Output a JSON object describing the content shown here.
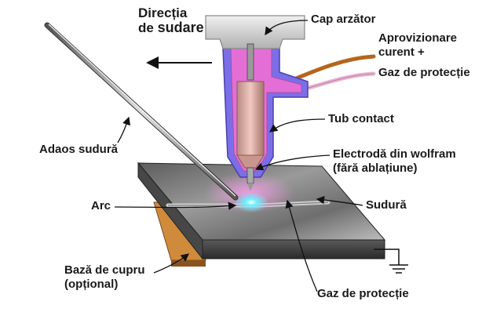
{
  "labels": {
    "welding_direction": {
      "line1": "Direcția",
      "line2_prefix": "de ",
      "line2_strong": "sudare"
    },
    "nozzle_cap": "Cap arzător",
    "current_supply": {
      "line1": "Aprovizionare",
      "line2": "curent +"
    },
    "shielding_gas_top": "Gaz de protecție",
    "contact_tube": "Tub contact",
    "filler_rod": "Adaos sudură",
    "electrode": {
      "line1": "Electrodă din wolfram",
      "line2": "(fără ablațiune)"
    },
    "arc": "Arc",
    "weld": "Sudură",
    "copper_base": {
      "line1": "Bază de cupru",
      "line2": "(opțional)"
    },
    "shielding_gas_bottom": "Gaz de protecție"
  },
  "colors": {
    "plate_top": "#6a6a6a",
    "plate_front": "#3a3a3a",
    "copper": "#d08a3c",
    "nozzle_outer": "#7b6fe8",
    "nozzle_inner": "#e36fd6",
    "contact_tube": "#d9a79e",
    "cap": "#dcdcdc",
    "arc_glow": "#4de8ff",
    "power_cable": "#b5651d",
    "gas_hose": "#e8b4d0",
    "leader": "#111111"
  }
}
